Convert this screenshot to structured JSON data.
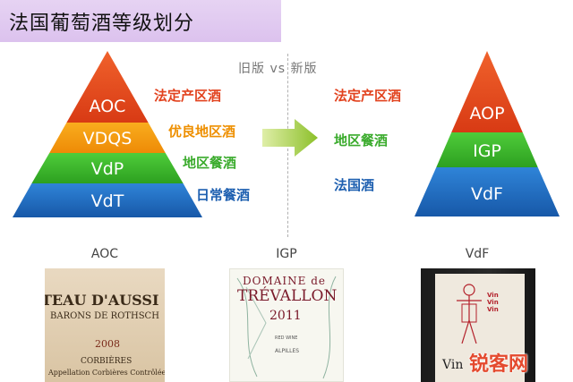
{
  "title": "法国葡萄酒等级划分",
  "compare_label": "旧版 vs 新版",
  "old_system": {
    "tiers": [
      "AOC",
      "VDQS",
      "VdP",
      "VdT"
    ],
    "labels": [
      {
        "text": "法定产区酒",
        "color": "#e2421e"
      },
      {
        "text": "优良地区酒",
        "color": "#ee8f00"
      },
      {
        "text": "地区餐酒",
        "color": "#3aab2c"
      },
      {
        "text": "日常餐酒",
        "color": "#1d5fb0"
      }
    ]
  },
  "new_system": {
    "tiers": [
      "AOP",
      "IGP",
      "VdF"
    ],
    "labels": [
      {
        "text": "法定产区酒",
        "color": "#e2421e"
      },
      {
        "text": "地区餐酒",
        "color": "#3aab2c"
      },
      {
        "text": "法国酒",
        "color": "#1d5fb0"
      }
    ]
  },
  "examples": [
    {
      "caption": "AOC",
      "label_lines": [
        "TEAU D'AUSSI",
        "BARONS DE ROTHSCH",
        "2008",
        "CORBIÈRES",
        "Appellation Corbières Contrôlée"
      ]
    },
    {
      "caption": "IGP",
      "label_lines": [
        "DOMAINE de",
        "TRÉVALLON",
        "2011",
        "RED WINE",
        "ALPILLES"
      ]
    },
    {
      "caption": "VdF",
      "label_lines": [
        "Vin Vin Vin",
        "Vin"
      ]
    }
  ],
  "watermark": "锐客网"
}
